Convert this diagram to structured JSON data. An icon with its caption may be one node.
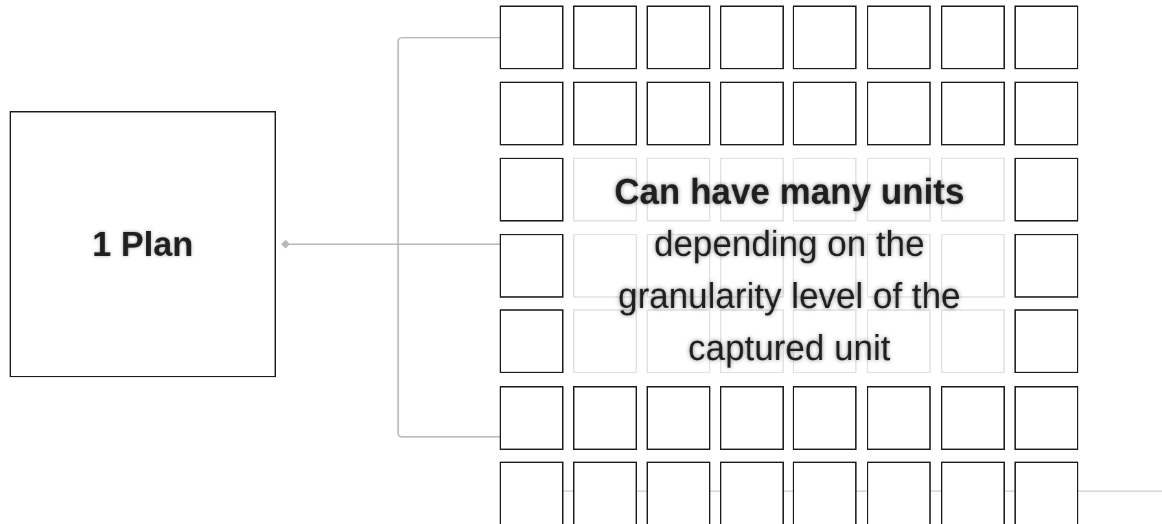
{
  "diagram": {
    "nodes": [
      {
        "text": [
          "1 Plan"
        ]
      },
      {
        "text": [],
        "shape": "box"
      },
      {
        "text": [],
        "shape": "box"
      },
      {
        "text": [],
        "shape": "box"
      },
      {
        "text": [],
        "shape": "box"
      },
      {
        "text": [],
        "shape": "box"
      },
      {
        "text": [],
        "shape": "box"
      },
      {
        "text": [],
        "shape": "box"
      },
      {
        "text": [],
        "shape": "box"
      },
      {
        "text": [],
        "shape": "box"
      },
      {
        "text": [],
        "shape": "box"
      },
      {
        "text": [],
        "shape": "box"
      },
      {
        "text": [],
        "shape": "box"
      },
      {
        "text": [],
        "shape": "box"
      },
      {
        "text": [],
        "shape": "box"
      },
      {
        "text": [],
        "shape": "box"
      },
      {
        "text": [],
        "shape": "box"
      },
      {
        "text": [],
        "shape": "box"
      },
      {
        "text": [],
        "shape": "box"
      },
      {
        "text": [],
        "shape": "box"
      },
      {
        "text": [],
        "shape": "box"
      },
      {
        "text": [],
        "shape": "box"
      },
      {
        "text": [],
        "shape": "box"
      },
      {
        "text": [],
        "shape": "box"
      },
      {
        "text": [],
        "shape": "box"
      },
      {
        "text": [],
        "shape": "box"
      },
      {
        "text": [],
        "shape": "box"
      },
      {
        "text": [],
        "shape": "box"
      },
      {
        "text": [],
        "shape": "box"
      },
      {
        "text": [],
        "shape": "box"
      },
      {
        "text": [],
        "shape": "box"
      },
      {
        "text": [],
        "shape": "box"
      },
      {
        "text": [],
        "shape": "box"
      },
      {
        "text": [],
        "shape": "box"
      },
      {
        "text": [],
        "shape": "box"
      },
      {
        "text": [],
        "shape": "box"
      },
      {
        "text": [],
        "shape": "box"
      },
      {
        "text": [],
        "shape": "box"
      },
      {
        "text": [],
        "shape": "box"
      },
      {
        "text": [],
        "shape": "box"
      },
      {
        "text": [],
        "shape": "box"
      },
      {
        "text": [],
        "shape": "box"
      },
      {
        "text": [],
        "shape": "box"
      },
      {
        "text": [],
        "shape": "box"
      },
      {
        "text": [],
        "shape": "box"
      },
      {
        "text": [],
        "shape": "box"
      },
      {
        "text": [],
        "shape": "box"
      },
      {
        "text": [],
        "shape": "box"
      },
      {
        "text": [],
        "shape": "box"
      },
      {
        "text": [],
        "shape": "box"
      },
      {
        "text": [],
        "shape": "box"
      },
      {
        "text": [],
        "shape": "box"
      },
      {
        "text": [],
        "shape": "box"
      },
      {
        "text": [],
        "shape": "box"
      },
      {
        "text": [],
        "shape": "box"
      },
      {
        "text": [],
        "shape": "box"
      },
      {
        "text": [],
        "shape": "box"
      }
    ],
    "edges": [
      {
        "from": 0,
        "to": 1,
        "arrow": "other"
      },
      {
        "from": 0,
        "to": 25,
        "arrow": "other"
      },
      {
        "from": 0,
        "to": 41,
        "arrow": "other"
      }
    ],
    "labels": [
      "**Can have many units** depending on the granularity level of the captured unit"
    ]
  }
}
